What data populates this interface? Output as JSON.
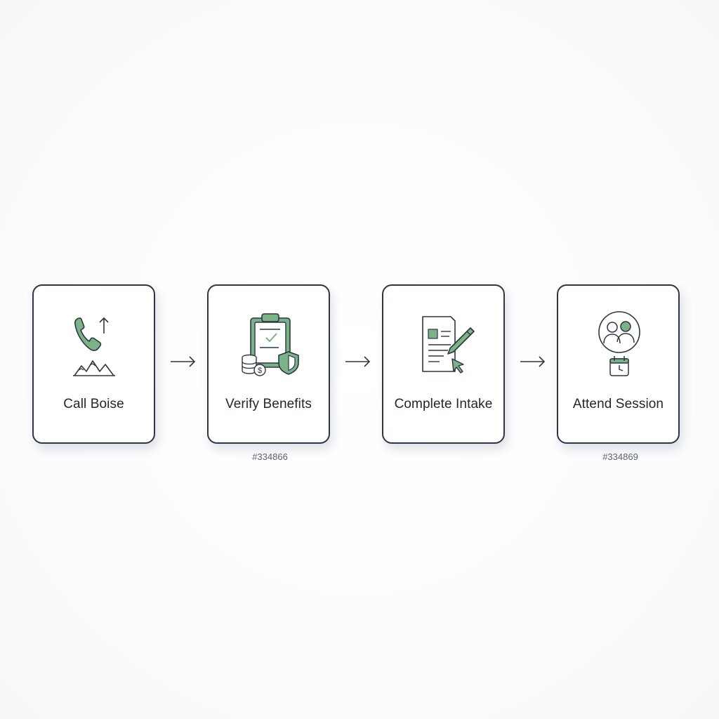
{
  "colors": {
    "accent": "#79b387",
    "stroke": "#2f3542",
    "text": "#1f2430",
    "muted": "#5a6070"
  },
  "steps": [
    {
      "label": "Call Boise",
      "icon": "phone-mountains-icon",
      "code": ""
    },
    {
      "label": "Verify Benefits",
      "icon": "clipboard-shield-coins-icon",
      "code": "#334866"
    },
    {
      "label": "Complete Intake",
      "icon": "document-pen-icon",
      "code": ""
    },
    {
      "label": "Attend Session",
      "icon": "people-calendar-icon",
      "code": "#334869"
    }
  ]
}
